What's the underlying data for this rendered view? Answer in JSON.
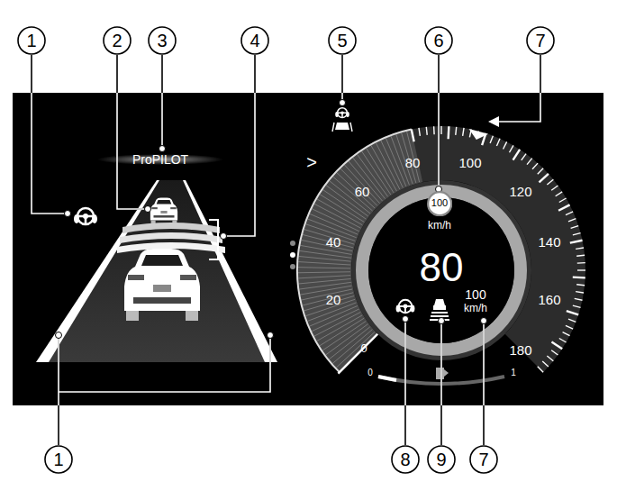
{
  "diagram": {
    "nodes": [
      {
        "text": [
          "100"
        ]
      }
    ],
    "labels": [
      "1",
      "2",
      "3",
      "4",
      "5",
      "6",
      "7",
      "ProPILOT",
      ">",
      "80",
      "100",
      "60",
      "120",
      "40",
      "140",
      "20",
      "160",
      "0",
      "180",
      "km/h",
      "80",
      "100",
      "km/h",
      "0",
      "1",
      "1",
      "8",
      "9",
      "7"
    ]
  }
}
